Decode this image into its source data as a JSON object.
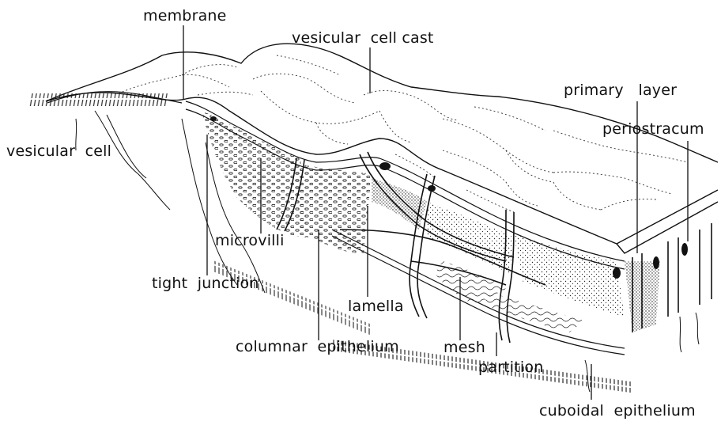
{
  "figure": {
    "labels": {
      "membrane": "membrane",
      "vesicular_cell_cast": "vesicular  cell cast",
      "primary_layer": "primary   layer",
      "periostracum": "periostracum",
      "vesicular_cell": "vesicular  cell",
      "microvilli": "microvilli",
      "tight_junction": "tight  junction",
      "lamella": "lamella",
      "columnar_epithelium": "columnar  epithelium",
      "mesh": "mesh",
      "partition": "partition",
      "cuboidal_epithelium": "cuboidal  epithelium"
    }
  },
  "colors": {
    "ink": "#111111",
    "background": "#ffffff"
  }
}
